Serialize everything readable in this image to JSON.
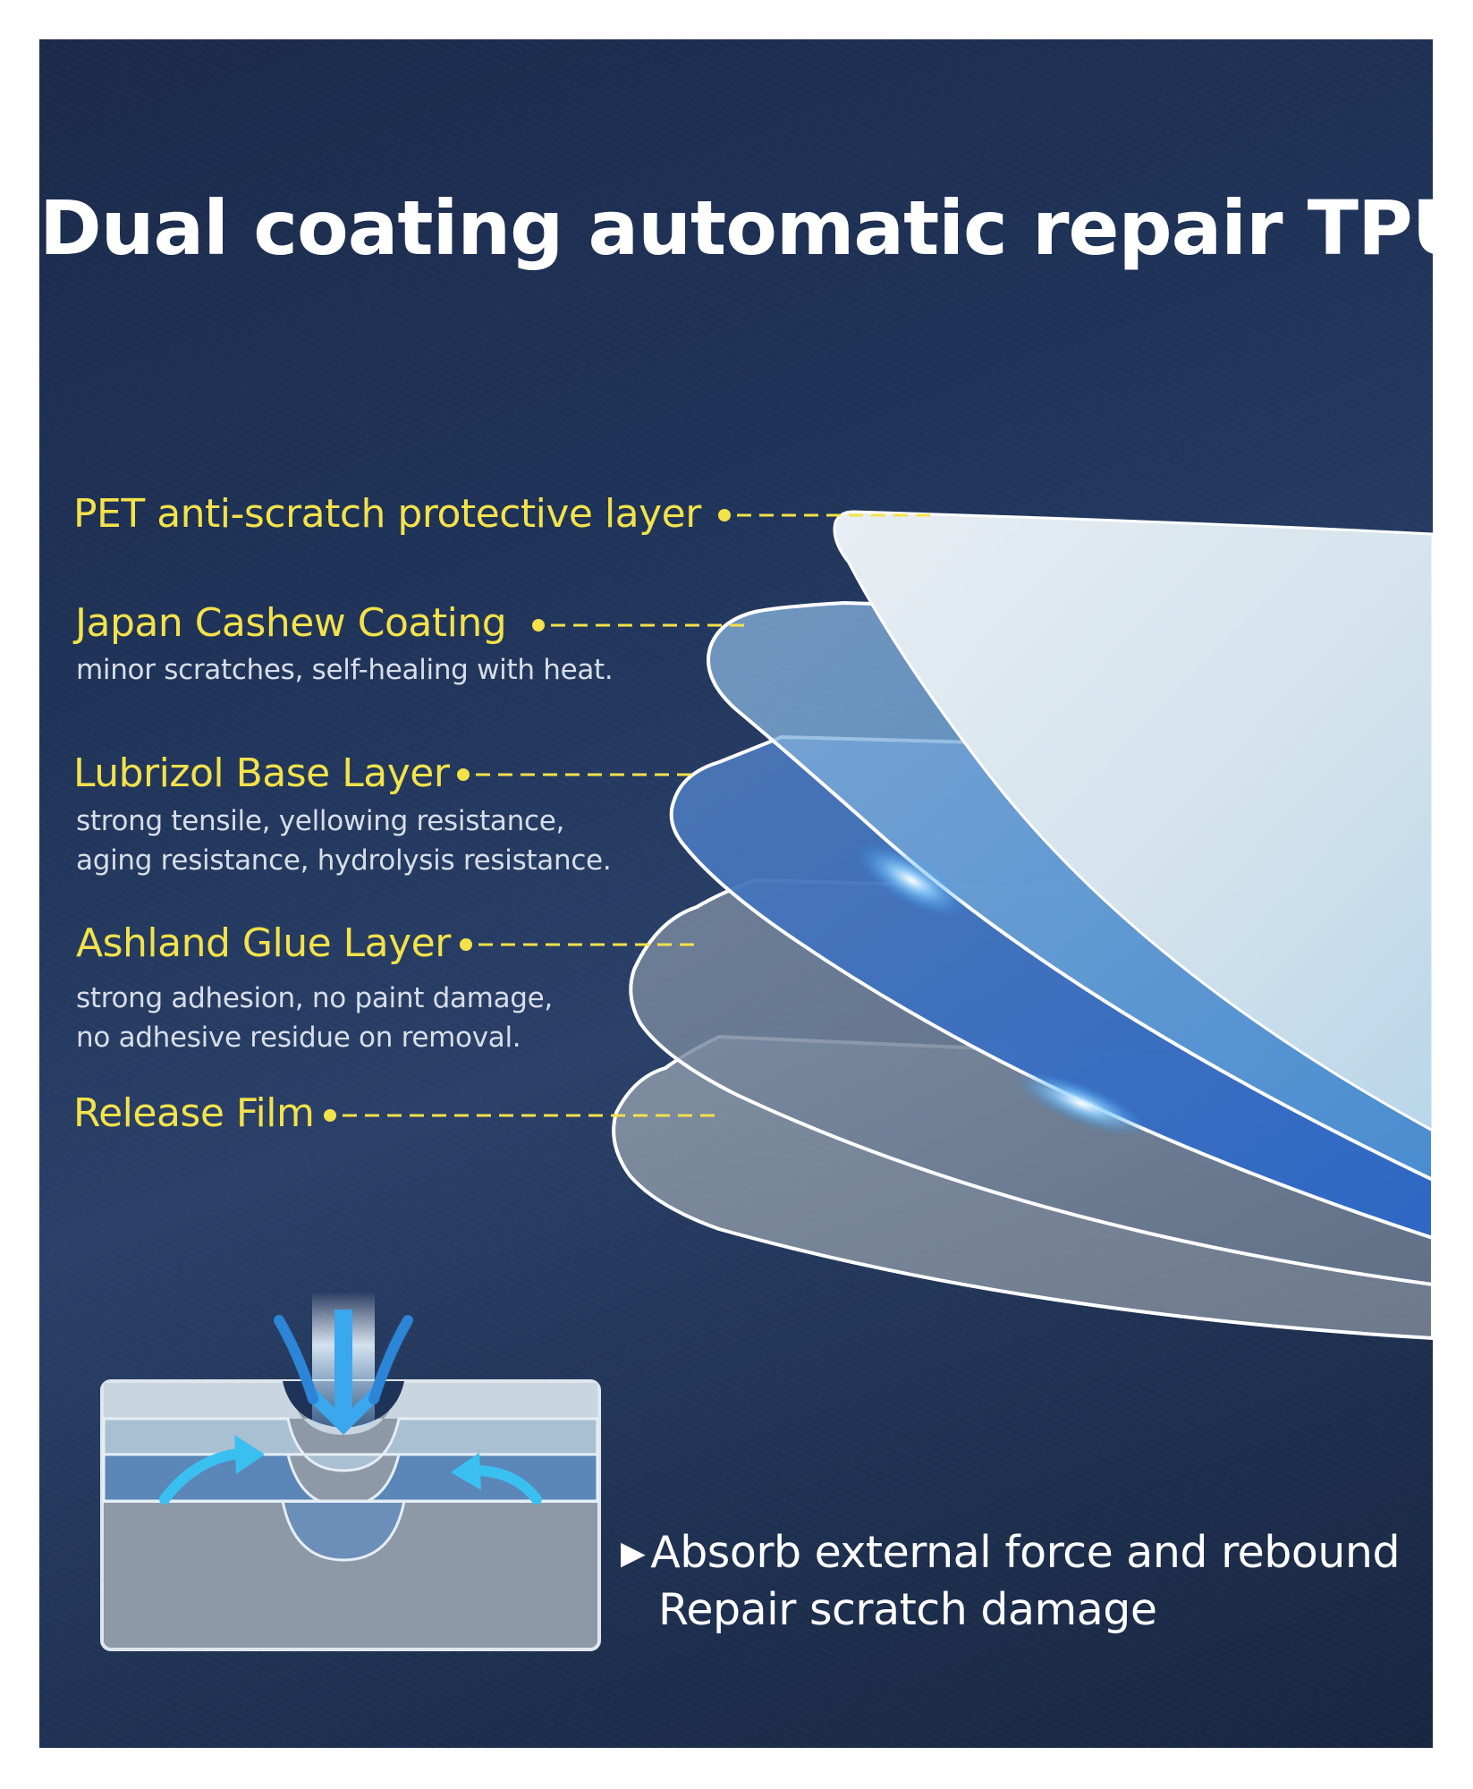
{
  "title": "Dual coating automatic repair TPU",
  "colors": {
    "background": "#1f3358",
    "label": "#f3e24a",
    "description": "#d8dee8",
    "accent_blue": "#2f8fe6"
  },
  "layers": [
    {
      "label": "PET anti-scratch protective layer",
      "description": []
    },
    {
      "label": "Japan Cashew Coating",
      "description": [
        "minor scratches, self-healing with heat."
      ]
    },
    {
      "label": "Lubrizol Base Layer",
      "description": [
        "strong tensile, yellowing resistance,",
        "aging resistance, hydrolysis resistance."
      ]
    },
    {
      "label": "Ashland Glue Layer",
      "description": [
        "strong adhesion, no paint damage,",
        "no adhesive residue on removal."
      ]
    },
    {
      "label": "Release Film",
      "description": []
    }
  ],
  "caption": {
    "line1": "Absorb external force and rebound",
    "line2": "Repair scratch damage"
  }
}
